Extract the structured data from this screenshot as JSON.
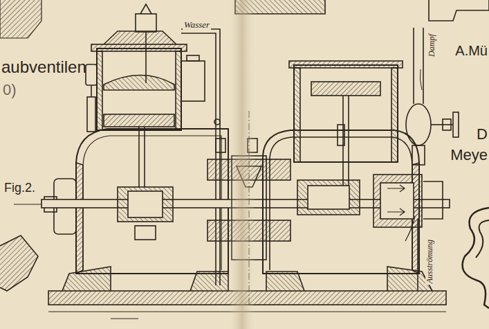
{
  "diagram": {
    "labels": [
      "Wasser",
      "Dampf",
      "A.Mü",
      "aubventilen",
      "0)",
      "Fig.2.",
      "D",
      "Meye",
      "Ausströmung"
    ]
  }
}
